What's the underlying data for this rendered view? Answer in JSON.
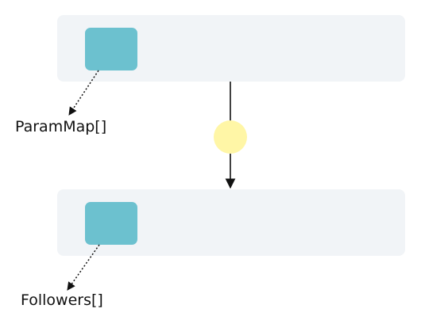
{
  "colors": {
    "lane": "#f1f4f7",
    "node": "#6cc1cf",
    "circle": "#fff6a6",
    "line": "#111111"
  },
  "lanes": {
    "top": {
      "node_label": "ParamMap[]"
    },
    "bottom": {
      "node_label": "Followers[]"
    }
  },
  "connector": {
    "symbol": "circle-node"
  }
}
